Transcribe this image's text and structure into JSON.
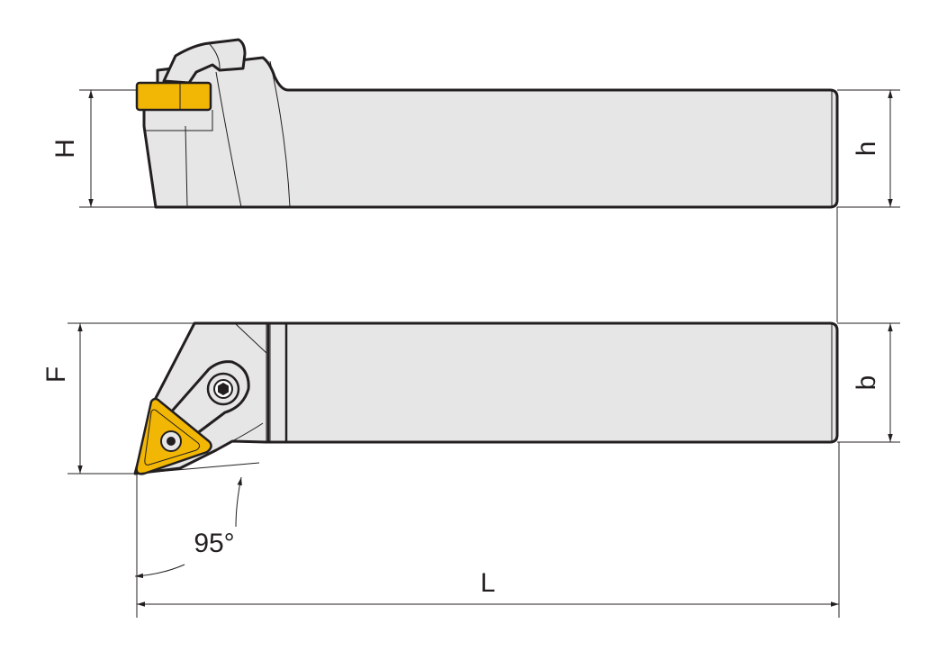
{
  "dimensions": {
    "H": "H",
    "h": "h",
    "F": "F",
    "b": "b",
    "L": "L",
    "angle": "95°"
  },
  "colors": {
    "body_fill": "#e6e6e6",
    "insert_fill": "#f2b705",
    "line": "#231f20"
  }
}
